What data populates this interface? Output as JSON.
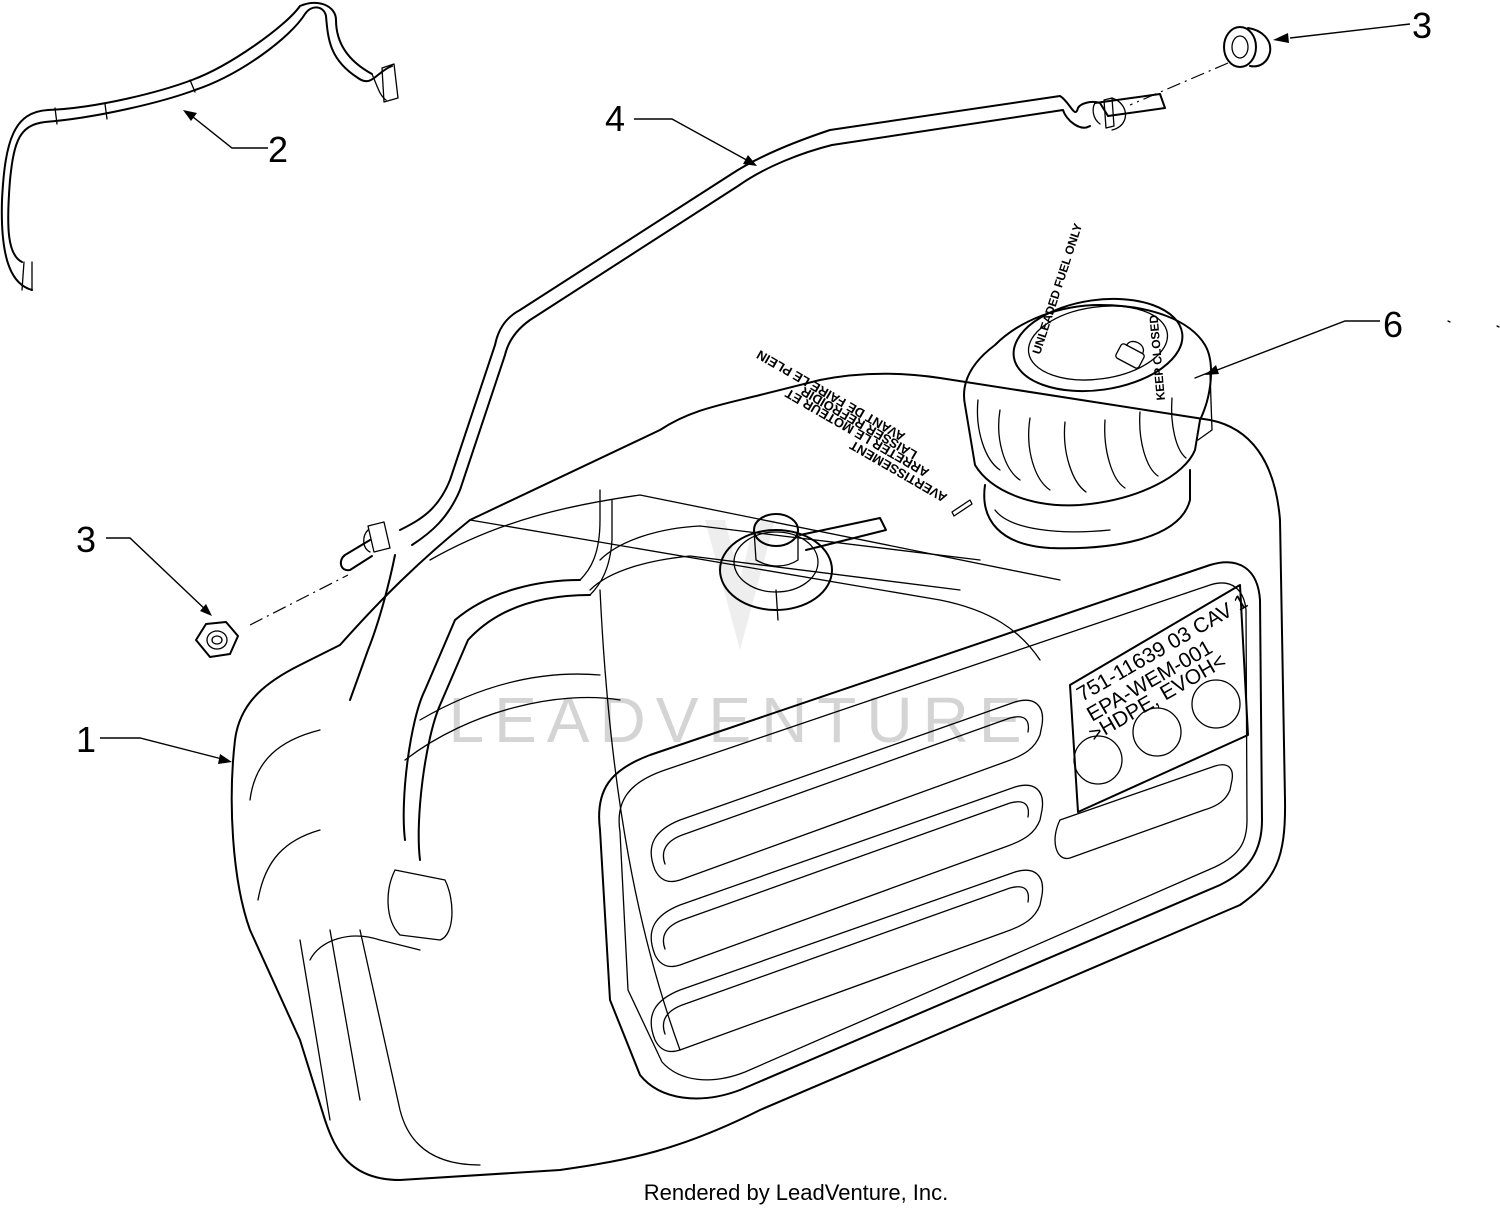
{
  "callouts": {
    "tank": "1",
    "upper_line": "2",
    "grommet_right": "3",
    "vent_line": "4",
    "grommet_left": "3",
    "fuel_cap": "6"
  },
  "tank_stamp": {
    "line1": "751-11639  03  CAV 1",
    "line2": "EPA-WEM-001",
    "line3": ">HDPE, EVOH<"
  },
  "warning_decal": {
    "line1": "AVERTISSEMENT",
    "line2": "ARRETER LE MOTEUR ET",
    "line3": "LAISSER REFROIDIR",
    "line4": "AVANT DE FAIRE LE PLEIN"
  },
  "cap_text": {
    "top": "UNLEADED FUEL ONLY",
    "side": "KEEP CLOSED"
  },
  "watermark": "LEADVENTURE",
  "footer": "Rendered by LeadVenture, Inc."
}
